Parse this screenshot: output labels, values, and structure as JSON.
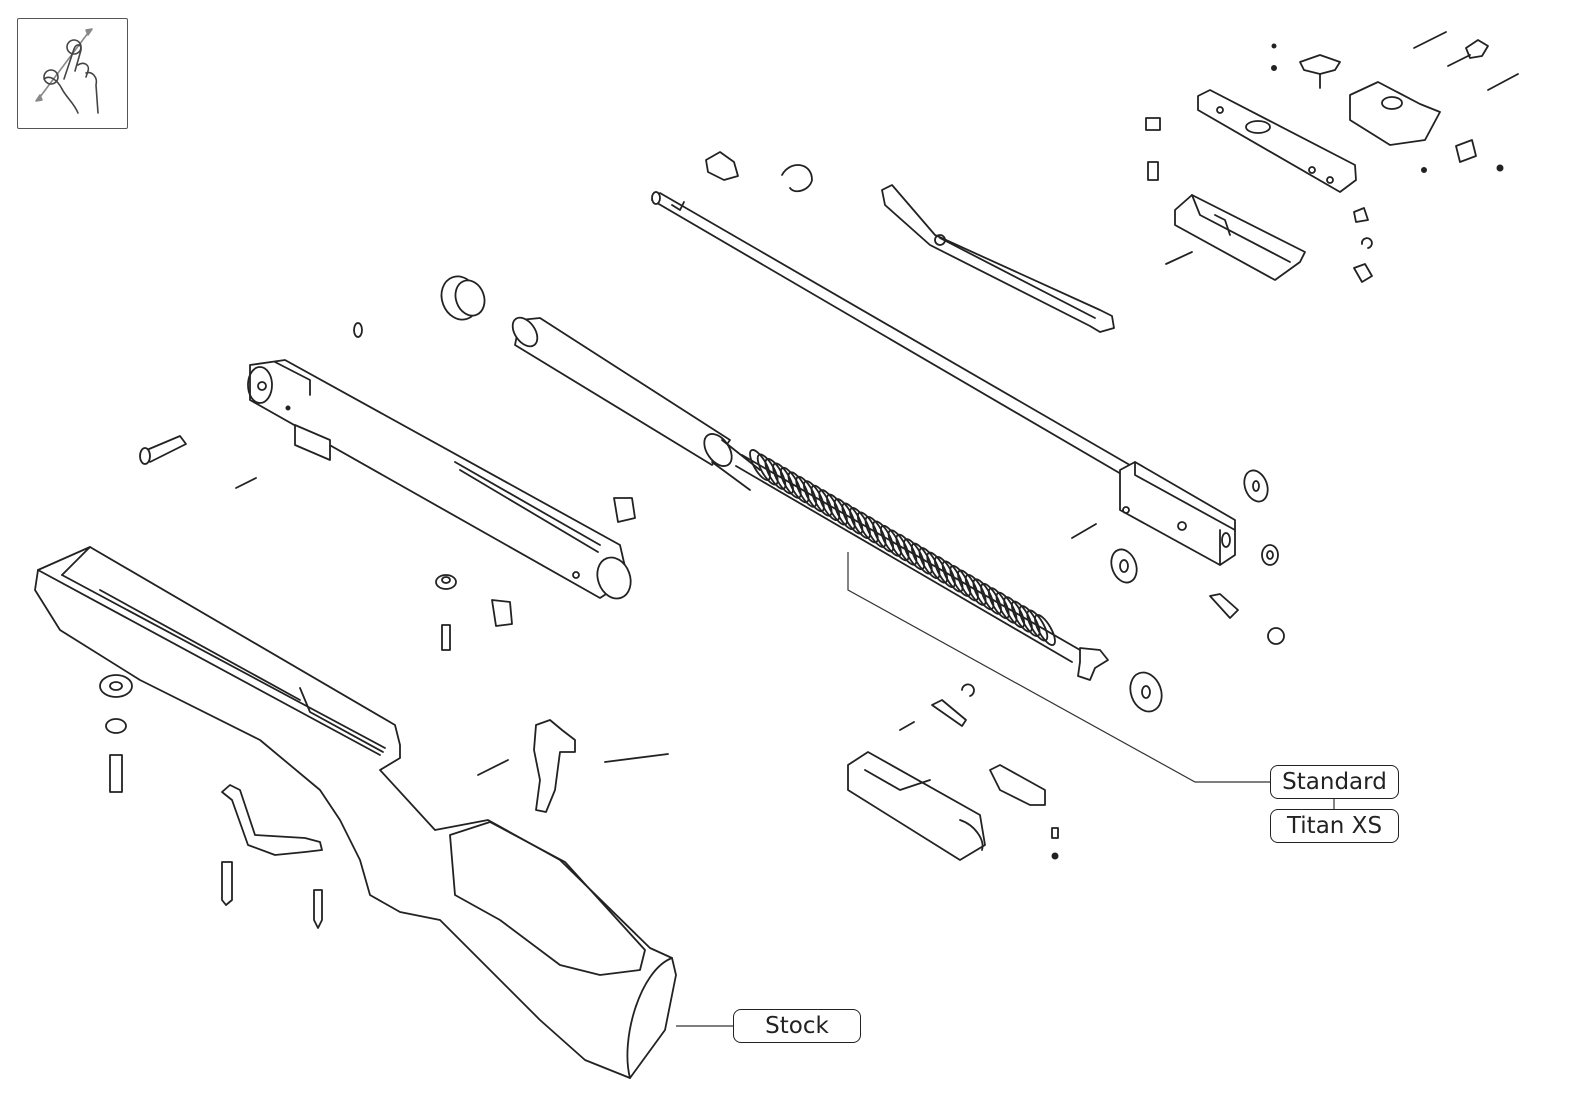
{
  "gesture_hint": {
    "icon": "pinch-zoom-hand-icon"
  },
  "callouts": {
    "standard": "Standard",
    "titan_xs": "Titan XS",
    "stock": "Stock"
  }
}
